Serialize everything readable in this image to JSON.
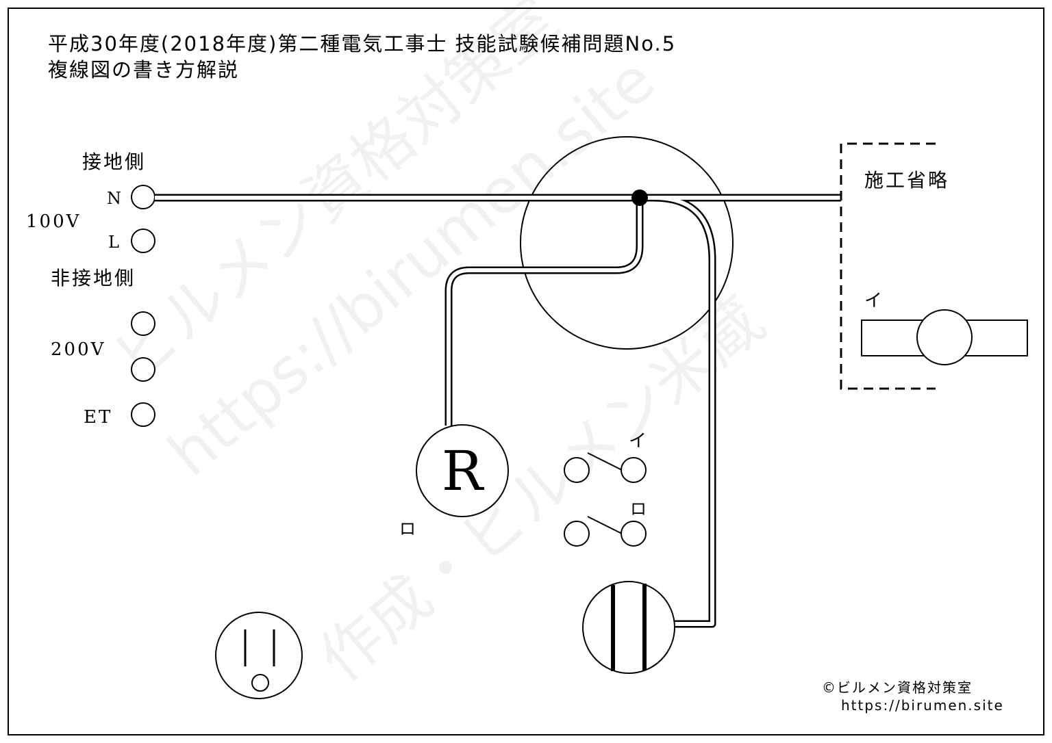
{
  "title": {
    "line1": "平成30年度(2018年度)第二種電気工事士 技能試験候補問題No.5",
    "line2": "複線図の書き方解説"
  },
  "source": {
    "grounded_side": "接地側",
    "n": "N",
    "voltage_100": "100V",
    "l": "L",
    "ungrounded_side": "非接地側",
    "voltage_200": "200V",
    "et": "ET"
  },
  "devices": {
    "lamp_letter": "R",
    "lamp_label": "ロ",
    "switch1_label": "イ",
    "switch2_label": "ロ",
    "omitted_label": "施工省略",
    "fixture_label": "イ"
  },
  "watermark": [
    "ビルメン資格対策室",
    "https://birumen.site",
    "作成・ビルメン米蔵"
  ],
  "copyright": {
    "line1": "©ビルメン資格対策室",
    "line2": "https://birumen.site"
  }
}
